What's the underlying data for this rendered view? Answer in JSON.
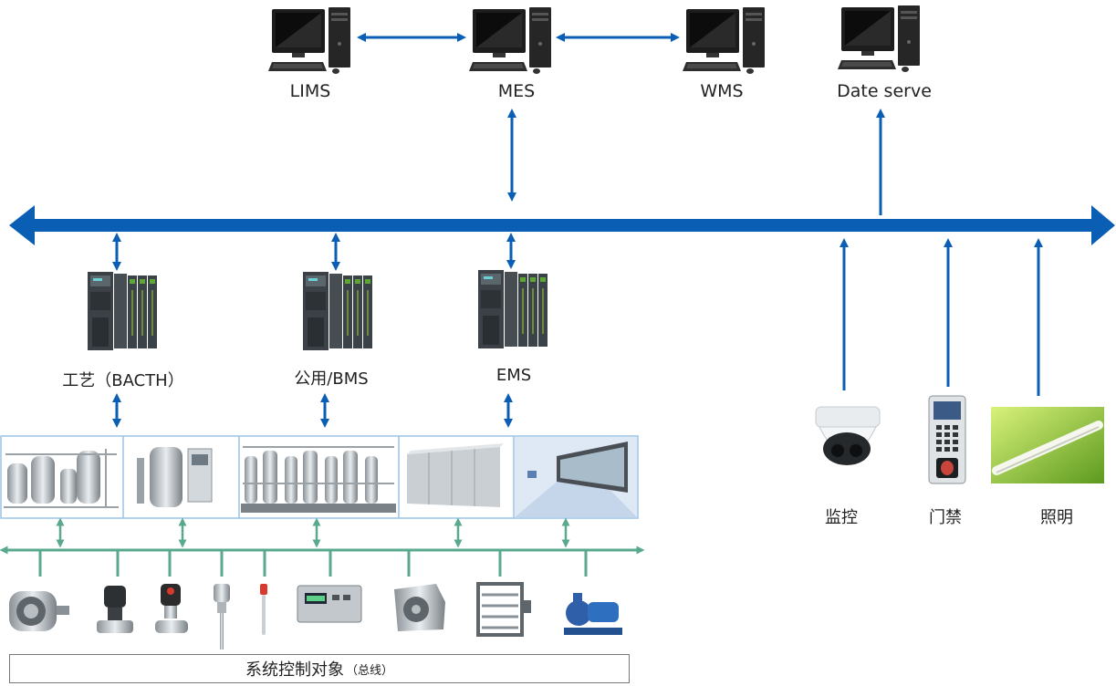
{
  "servers": [
    {
      "label": "LIMS"
    },
    {
      "label": "MES"
    },
    {
      "label": "WMS"
    },
    {
      "label": "Date serve"
    }
  ],
  "controllers": [
    {
      "label": "工艺（BACTH）"
    },
    {
      "label": "公用/BMS"
    },
    {
      "label": "EMS"
    }
  ],
  "subsystems": [
    {
      "label": "监控",
      "icon": "dome-camera-icon"
    },
    {
      "label": "门禁",
      "icon": "fingerprint-access-terminal-icon"
    },
    {
      "label": "照明",
      "icon": "led-tube-light-icon"
    }
  ],
  "field_devices": [
    "motor",
    "diaphragm-valve",
    "pressure-sensor",
    "temperature-probe",
    "ph-electrode",
    "display-controller",
    "centrifugal-fan",
    "air-damper",
    "water-pump"
  ],
  "footer": {
    "label": "系统控制对象",
    "note": "（总线）"
  },
  "colors": {
    "bus_blue": "#0a5fb4",
    "field_bus_green": "#5aa98c",
    "photo_border": "#9cc3e6"
  }
}
